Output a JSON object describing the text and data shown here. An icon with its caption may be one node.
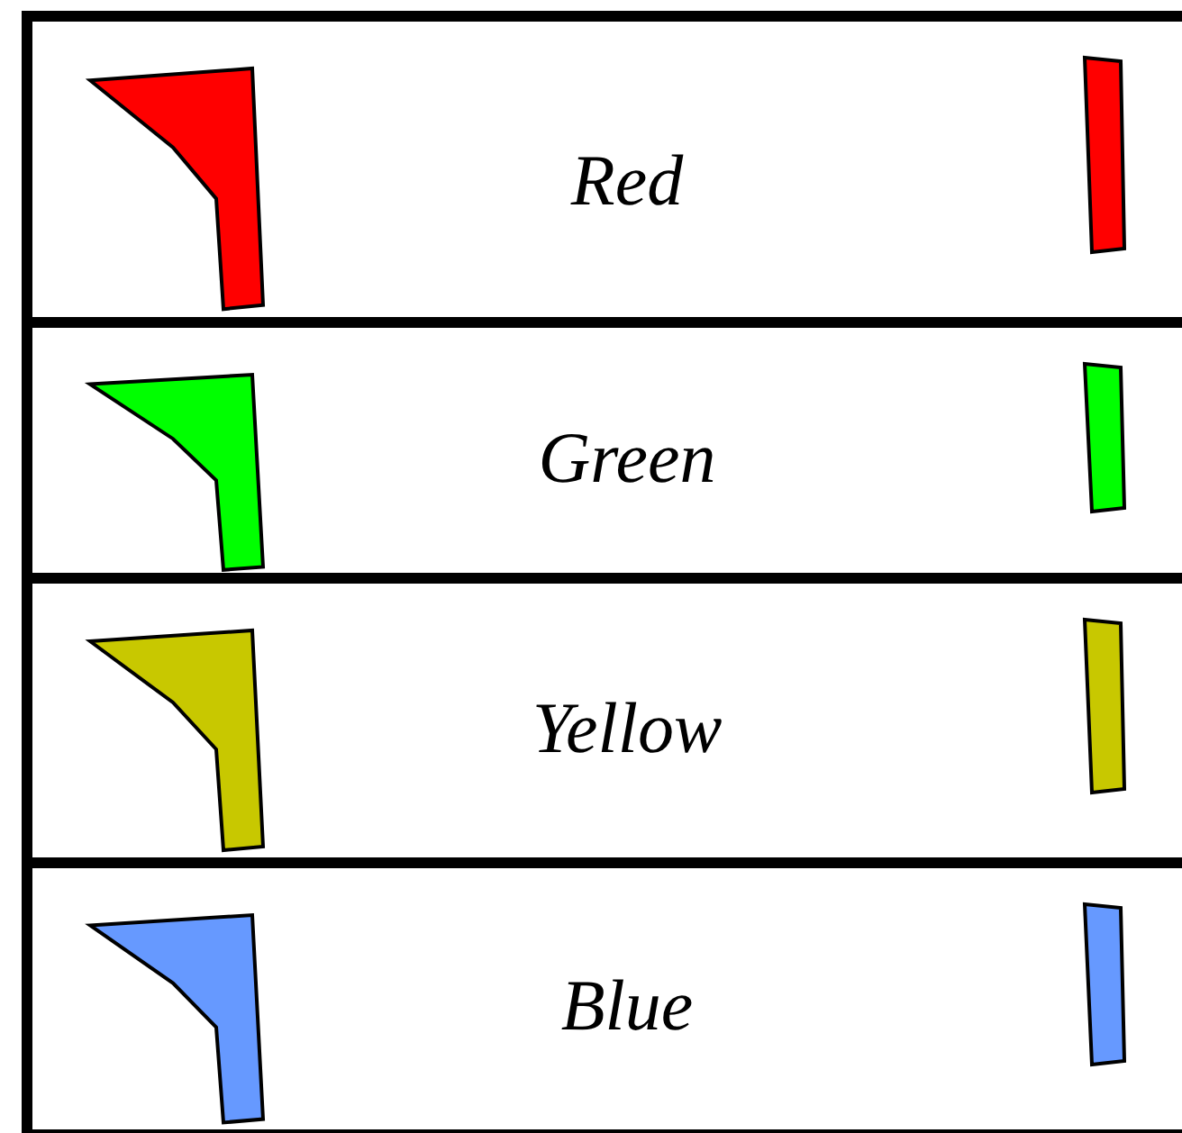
{
  "diagram": {
    "nodes": [
      {
        "text": [
          "Red"
        ]
      },
      {
        "text": [
          "Green"
        ]
      },
      {
        "text": [
          "Yellow"
        ]
      },
      {
        "text": [
          "Blue"
        ]
      }
    ]
  }
}
